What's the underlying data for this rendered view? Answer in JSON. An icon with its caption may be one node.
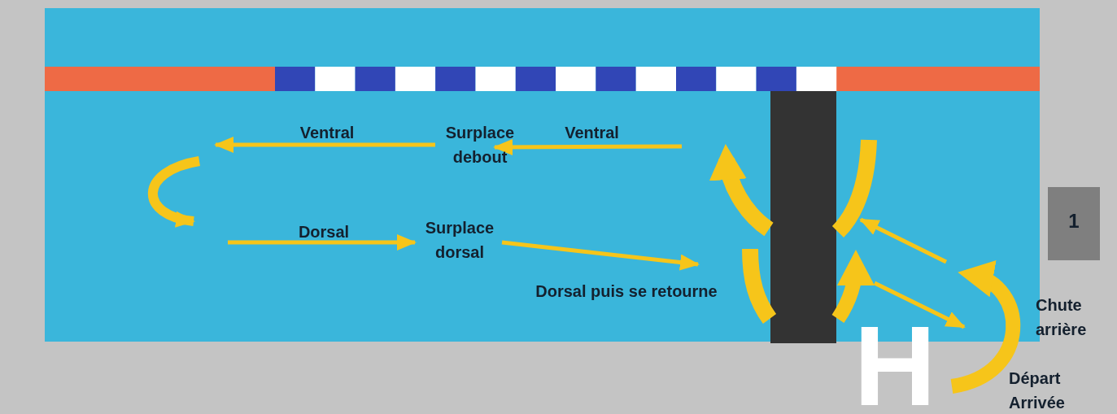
{
  "diagram": {
    "labels": [
      "Ventral",
      "Surplace debout",
      "Ventral",
      "Dorsal",
      "Surplace dorsal",
      "Dorsal puis se retourne",
      "1",
      "Chute arrière",
      "Départ Arrivée",
      "H"
    ]
  }
}
